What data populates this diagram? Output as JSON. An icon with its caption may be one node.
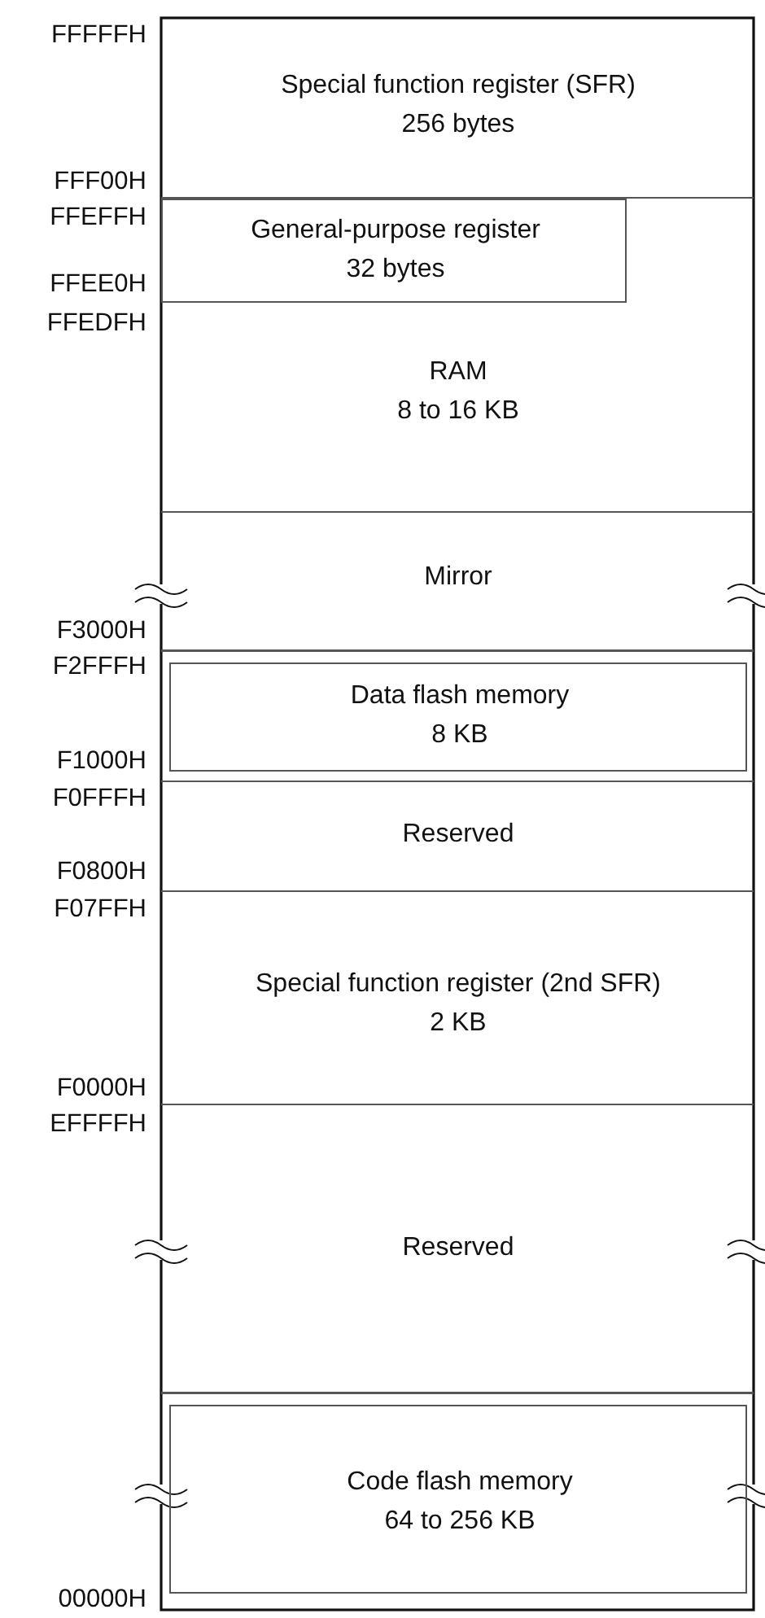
{
  "diagram": {
    "nodes": [
      {
        "text": [
          "Special function register (SFR)",
          "256 bytes"
        ]
      },
      {
        "text": [
          "RAM",
          "8 to 16 KB"
        ]
      },
      {
        "text": [
          "General-purpose register",
          "32 bytes"
        ],
        "in": 1
      },
      {
        "text": [
          "Mirror"
        ]
      },
      {
        "text": [
          "Data flash memory",
          "8 KB"
        ]
      },
      {
        "text": [
          "Reserved"
        ]
      },
      {
        "text": [
          "Special function register (2nd SFR)",
          "2 KB"
        ]
      },
      {
        "text": [
          "Reserved"
        ]
      },
      {
        "text": [
          "Code flash memory",
          "64 to 256 KB"
        ]
      }
    ],
    "labels": [
      "FFFFFH",
      "FFF00H",
      "FFEFFH",
      "FFEE0H",
      "FFEDFH",
      "F3000H",
      "F2FFFH",
      "F1000H",
      "F0FFFH",
      "F0800H",
      "F07FFH",
      "F0000H",
      "EFFFFH",
      "00000H"
    ]
  }
}
